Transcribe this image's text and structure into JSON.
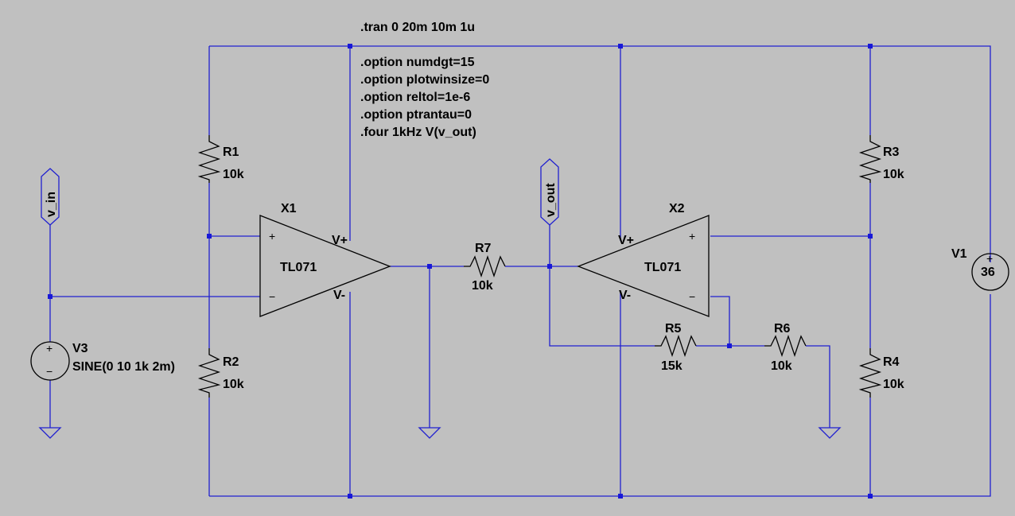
{
  "directives": [
    ".tran 0 20m 10m 1u",
    ".option numdgt=15",
    ".option plotwinsize=0",
    ".option reltol=1e-6",
    ".option ptrantau=0",
    ".four 1kHz V(v_out)"
  ],
  "resistors": {
    "r1": {
      "name": "R1",
      "value": "10k"
    },
    "r2": {
      "name": "R2",
      "value": "10k"
    },
    "r3": {
      "name": "R3",
      "value": "10k"
    },
    "r4": {
      "name": "R4",
      "value": "10k"
    },
    "r5": {
      "name": "R5",
      "value": "15k"
    },
    "r6": {
      "name": "R6",
      "value": "10k"
    },
    "r7": {
      "name": "R7",
      "value": "10k"
    }
  },
  "opamps": {
    "x1": {
      "name": "X1",
      "model": "TL071",
      "vplus": "V+",
      "vminus": "V-",
      "plus": "+",
      "minus": "−"
    },
    "x2": {
      "name": "X2",
      "model": "TL071",
      "vplus": "V+",
      "vminus": "V-",
      "plus": "+",
      "minus": "−"
    }
  },
  "sources": {
    "v1": {
      "name": "V1",
      "value": "36",
      "plus": "+"
    },
    "v3": {
      "name": "V3",
      "value": "SINE(0 10 1k 2m)",
      "plus": "+",
      "minus": "−"
    }
  },
  "net_labels": {
    "v_in": "v_in",
    "v_out": "v_out"
  }
}
